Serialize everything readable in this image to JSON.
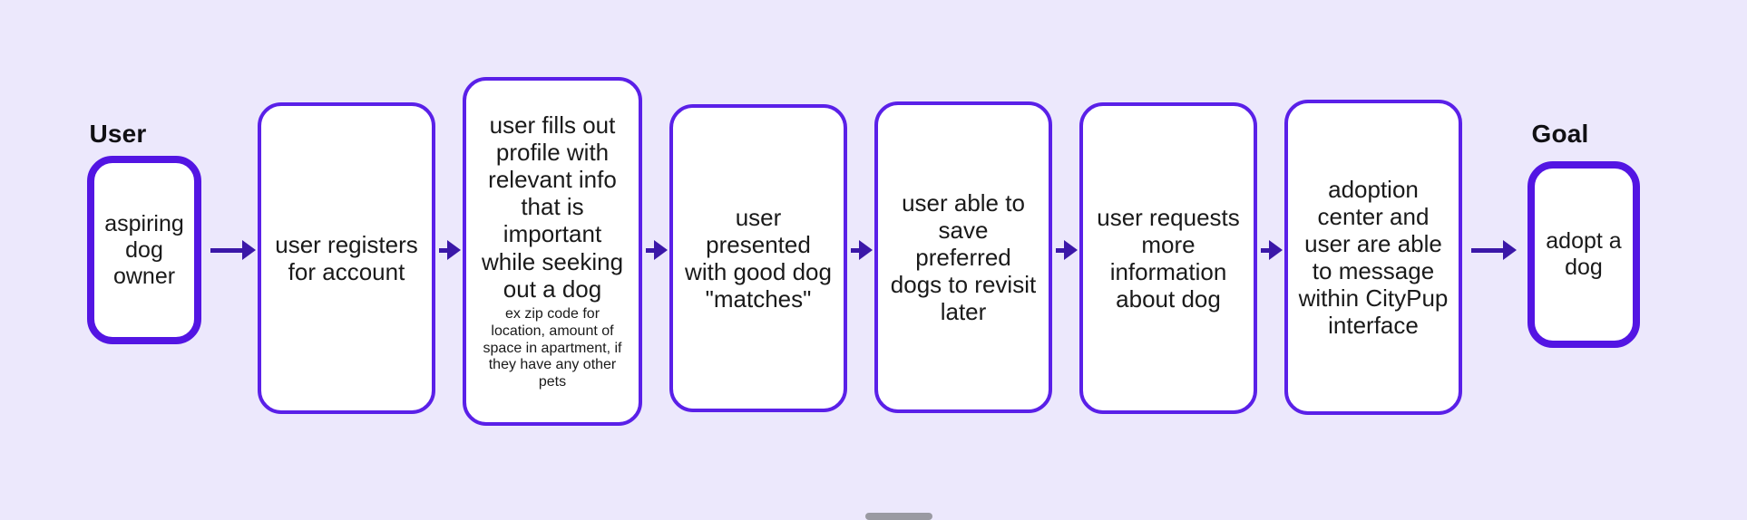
{
  "canvas": {
    "background_color": "#ece8fc",
    "accent_color": "#5a20e8",
    "emphasis_border_color": "#5315e3",
    "arrow_color": "#3b18a8",
    "node_fill_color": "#ffffff",
    "text_color": "#1a1a1a"
  },
  "headings": {
    "start": "User",
    "end": "Goal"
  },
  "nodes": [
    {
      "id": "aspiring-dog-owner",
      "text": "aspiring\ndog\nowner",
      "subtext": "",
      "emphasis": true
    },
    {
      "id": "user-registers",
      "text": "user registers\nfor account",
      "subtext": "",
      "emphasis": false
    },
    {
      "id": "user-fills-profile",
      "text": "user fills out\nprofile with\nrelevant info\nthat is\nimportant\nwhile seeking\nout a dog",
      "subtext": "ex zip code for\nlocation, amount of\nspace in apartment, if\nthey have any other\npets",
      "emphasis": false
    },
    {
      "id": "user-presented-matches",
      "text": "user\npresented\nwith good dog\n\"matches\"",
      "subtext": "",
      "emphasis": false
    },
    {
      "id": "user-saves-dogs",
      "text": "user able to\nsave\npreferred\ndogs to revisit\nlater",
      "subtext": "",
      "emphasis": false
    },
    {
      "id": "user-requests-info",
      "text": "user requests\nmore\ninformation\nabout dog",
      "subtext": "",
      "emphasis": false
    },
    {
      "id": "message-citypup",
      "text": "adoption\ncenter and\nuser are able\nto message\nwithin CityPup\ninterface",
      "subtext": "",
      "emphasis": false
    },
    {
      "id": "adopt-a-dog",
      "text": "adopt a\ndog",
      "subtext": "",
      "emphasis": true
    }
  ],
  "arrows": [
    {
      "id": "arrow-1",
      "from": "aspiring-dog-owner",
      "to": "user-registers"
    },
    {
      "id": "arrow-2",
      "from": "user-registers",
      "to": "user-fills-profile"
    },
    {
      "id": "arrow-3",
      "from": "user-fills-profile",
      "to": "user-presented-matches"
    },
    {
      "id": "arrow-4",
      "from": "user-presented-matches",
      "to": "user-saves-dogs"
    },
    {
      "id": "arrow-5",
      "from": "user-saves-dogs",
      "to": "user-requests-info"
    },
    {
      "id": "arrow-6",
      "from": "user-requests-info",
      "to": "message-citypup"
    },
    {
      "id": "arrow-7",
      "from": "message-citypup",
      "to": "adopt-a-dog"
    }
  ]
}
